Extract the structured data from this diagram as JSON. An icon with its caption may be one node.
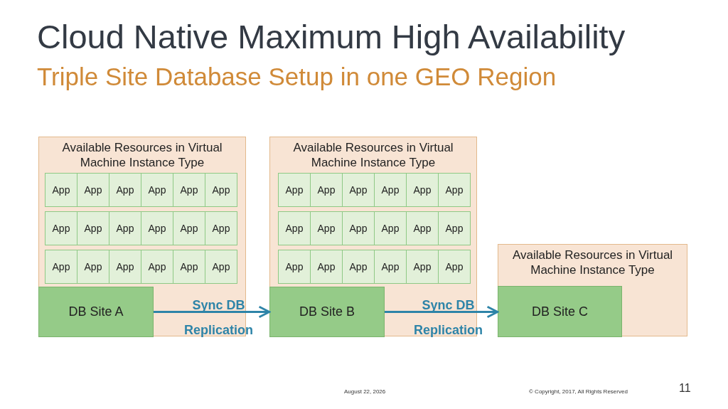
{
  "diagram": {
    "title": "Cloud Native Maximum High Availability",
    "caption": "Triple Site Database Setup in one GEO Region",
    "nodes": [
      {
        "text": [
          "Available Resources in Virtual Machine Instance Type"
        ]
      },
      {
        "text": [
          "App"
        ],
        "in": 0
      },
      {
        "text": [
          "App"
        ],
        "in": 0
      },
      {
        "text": [
          "App"
        ],
        "in": 0
      },
      {
        "text": [
          "App"
        ],
        "in": 0
      },
      {
        "text": [
          "App"
        ],
        "in": 0
      },
      {
        "text": [
          "App"
        ],
        "in": 0
      },
      {
        "text": [
          "App"
        ],
        "in": 0
      },
      {
        "text": [
          "App"
        ],
        "in": 0
      },
      {
        "text": [
          "App"
        ],
        "in": 0
      },
      {
        "text": [
          "App"
        ],
        "in": 0
      },
      {
        "text": [
          "App"
        ],
        "in": 0
      },
      {
        "text": [
          "App"
        ],
        "in": 0
      },
      {
        "text": [
          "App"
        ],
        "in": 0
      },
      {
        "text": [
          "App"
        ],
        "in": 0
      },
      {
        "text": [
          "App"
        ],
        "in": 0
      },
      {
        "text": [
          "App"
        ],
        "in": 0
      },
      {
        "text": [
          "App"
        ],
        "in": 0
      },
      {
        "text": [
          "App"
        ],
        "in": 0
      },
      {
        "text": [
          "DB Site A"
        ],
        "in": 0
      },
      {
        "text": [
          "Available Resources in Virtual Machine Instance Type"
        ]
      },
      {
        "text": [
          "App"
        ],
        "in": 20
      },
      {
        "text": [
          "App"
        ],
        "in": 20
      },
      {
        "text": [
          "App"
        ],
        "in": 20
      },
      {
        "text": [
          "App"
        ],
        "in": 20
      },
      {
        "text": [
          "App"
        ],
        "in": 20
      },
      {
        "text": [
          "App"
        ],
        "in": 20
      },
      {
        "text": [
          "App"
        ],
        "in": 20
      },
      {
        "text": [
          "App"
        ],
        "in": 20
      },
      {
        "text": [
          "App"
        ],
        "in": 20
      },
      {
        "text": [
          "App"
        ],
        "in": 20
      },
      {
        "text": [
          "App"
        ],
        "in": 20
      },
      {
        "text": [
          "App"
        ],
        "in": 20
      },
      {
        "text": [
          "App"
        ],
        "in": 20
      },
      {
        "text": [
          "App"
        ],
        "in": 20
      },
      {
        "text": [
          "App"
        ],
        "in": 20
      },
      {
        "text": [
          "App"
        ],
        "in": 20
      },
      {
        "text": [
          "App"
        ],
        "in": 20
      },
      {
        "text": [
          "App"
        ],
        "in": 20
      },
      {
        "text": [
          "DB Site B"
        ],
        "in": 20
      },
      {
        "text": [
          "Available Resources in Virtual Machine Instance Type"
        ]
      },
      {
        "text": [
          "DB Site C"
        ],
        "in": 40
      }
    ],
    "edges": [
      {
        "from": 19,
        "to": 39,
        "arrow": "to",
        "label": "Sync DB Replication"
      },
      {
        "from": 39,
        "to": 41,
        "arrow": "to",
        "label": "Sync DB Replication"
      }
    ],
    "labels": [
      "August 22, 2026",
      "© Copyright, 2017, All Rights Reserved",
      "11"
    ]
  }
}
